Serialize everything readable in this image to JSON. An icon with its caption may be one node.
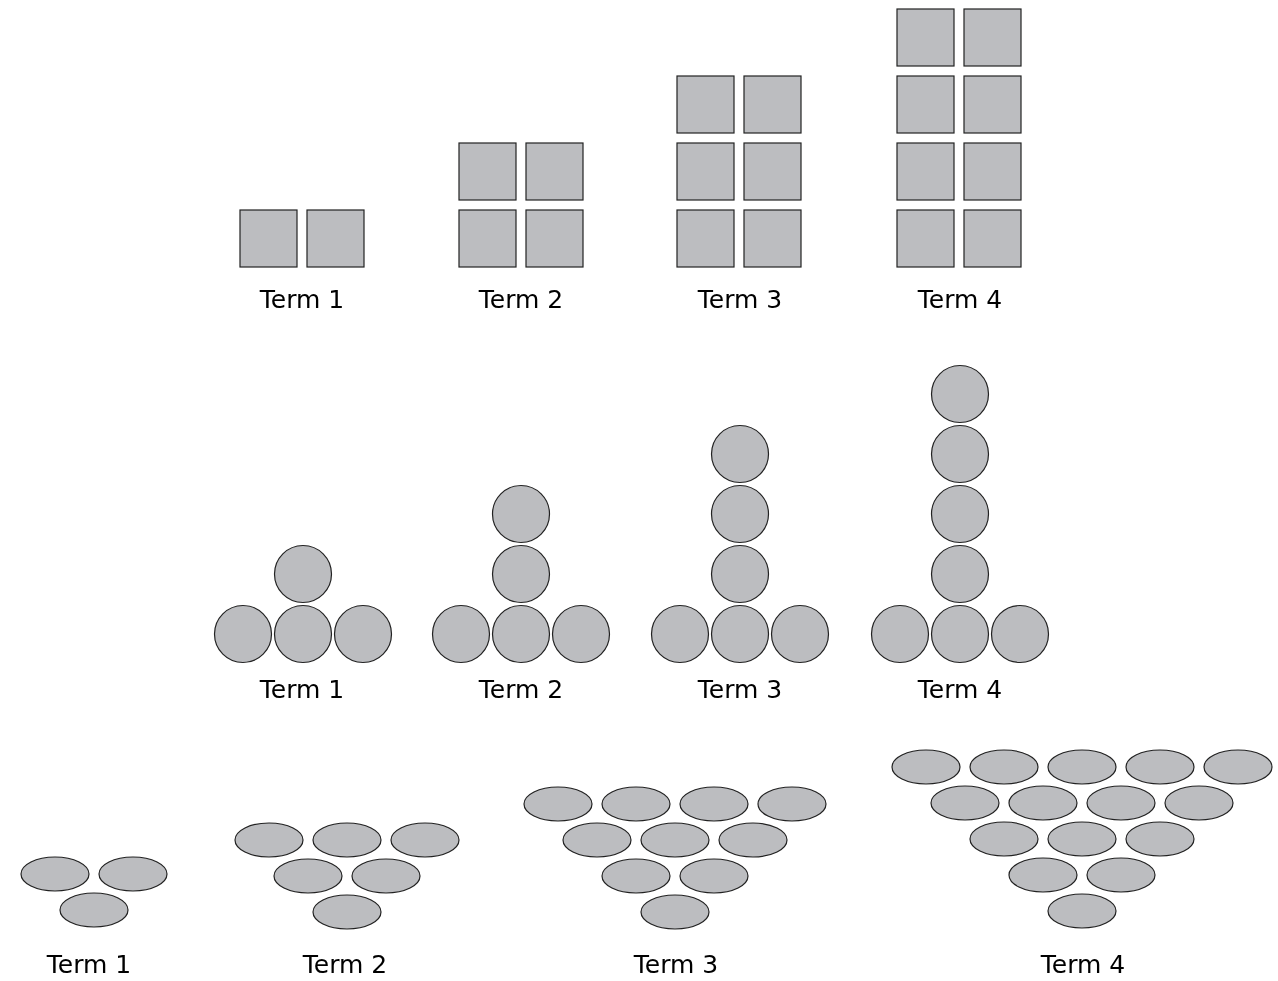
{
  "diagram": {
    "labels": [
      "Term 1",
      "Term 2",
      "Term 3",
      "Term 4",
      "Term 1",
      "Term 2",
      "Term 3",
      "Term 4",
      "Term 1",
      "Term 2",
      "Term 3",
      "Term 4"
    ]
  }
}
